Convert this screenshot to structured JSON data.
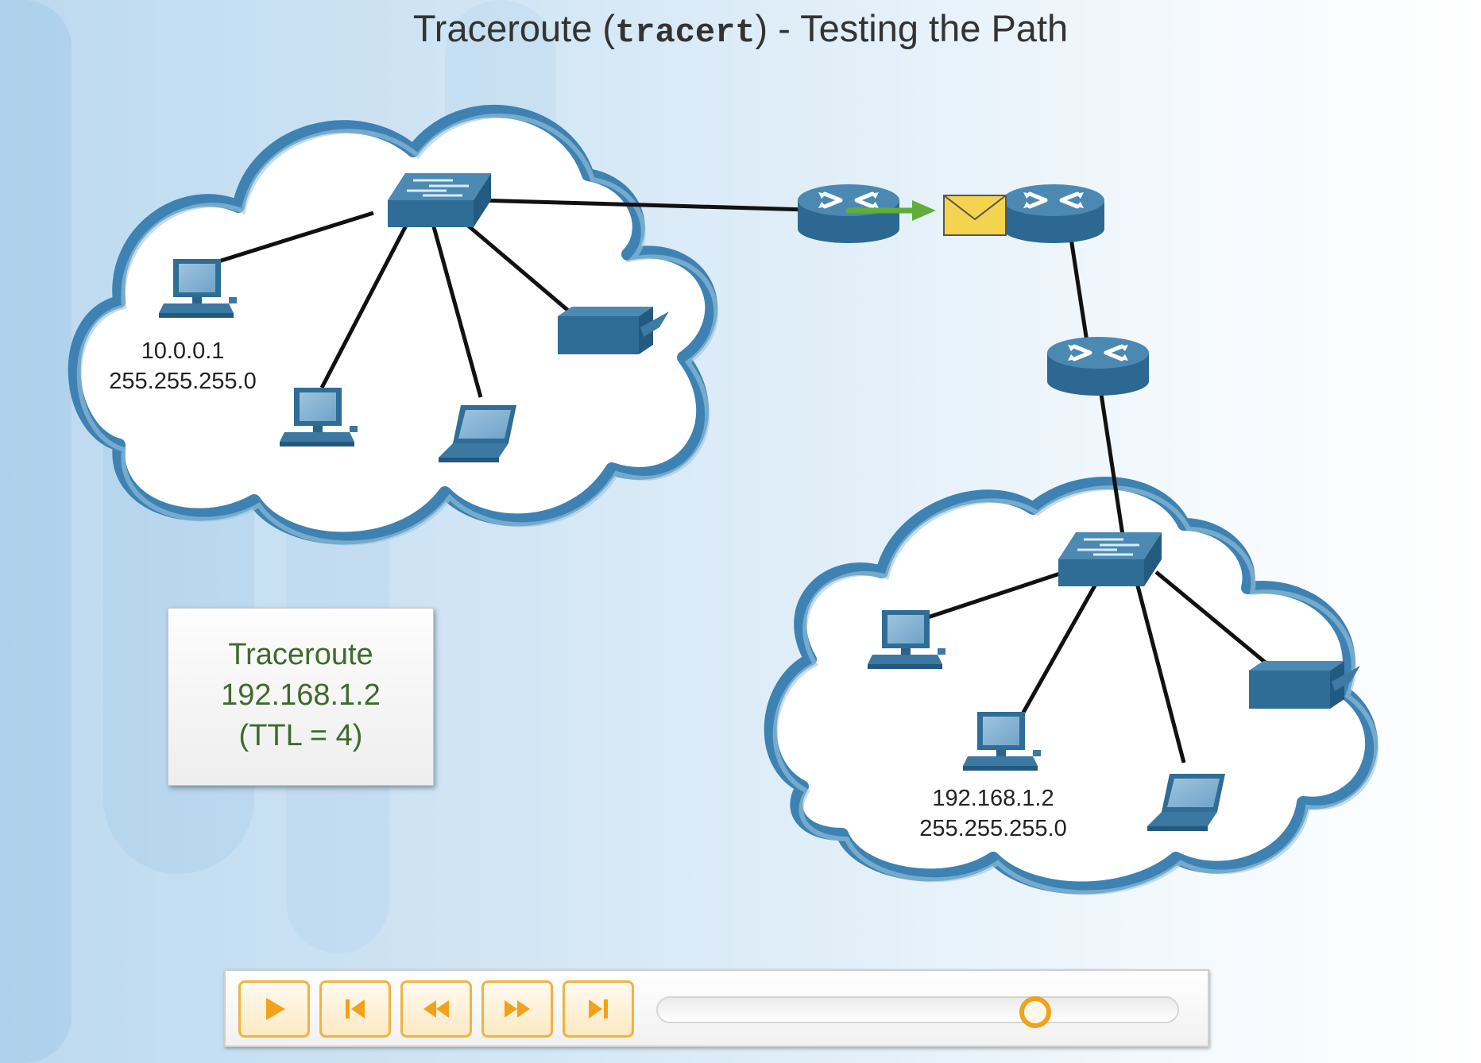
{
  "title": {
    "prefix": "Traceroute (",
    "command": "tracert",
    "suffix": ") - Testing the Path"
  },
  "left_lan": {
    "host_ip": "10.0.0.1",
    "host_mask": "255.255.255.0"
  },
  "right_lan": {
    "host_ip": "192.168.1.2",
    "host_mask": "255.255.255.0"
  },
  "traceroute_box": {
    "line1": "Traceroute",
    "line2": "192.168.1.2",
    "line3": "(TTL = 4)"
  },
  "player": {
    "buttons": [
      "play-icon",
      "skip-to-start-icon",
      "rewind-icon",
      "fast-forward-icon",
      "skip-to-end-icon"
    ],
    "progress": 0.74
  },
  "colors": {
    "device_blue": "#2f6d96",
    "cloud_outline": "#3d82b2",
    "arrow_green": "#5fae3a",
    "envelope": "#f4d34f",
    "box_text": "#3f6a2c",
    "button_orange": "#f0b341"
  }
}
